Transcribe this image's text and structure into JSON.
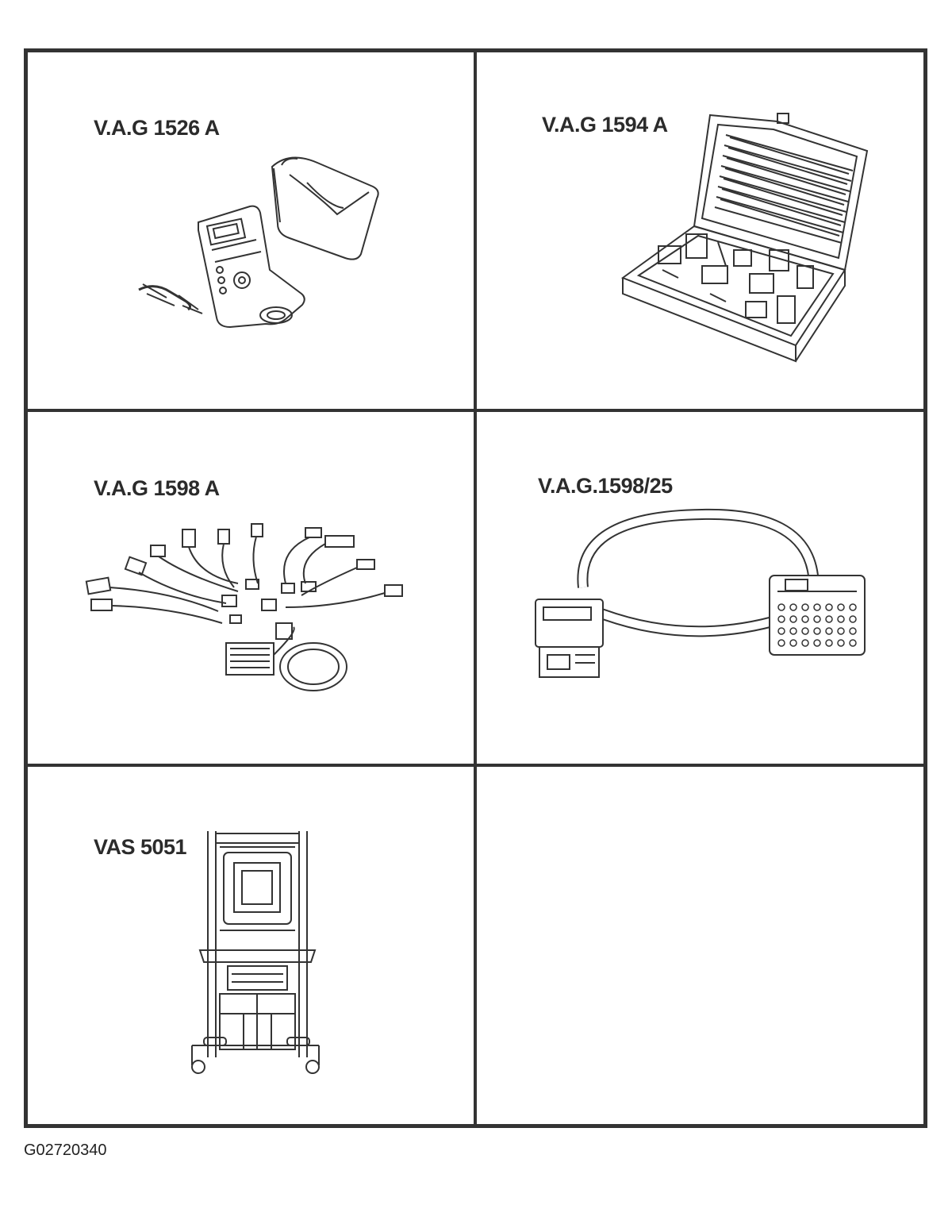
{
  "figure_code": "G02720340",
  "tools": [
    {
      "label": "V.A.G 1526 A",
      "illustration": "multimeter-with-case"
    },
    {
      "label": "V.A.G 1594 A",
      "illustration": "adapter-set-case"
    },
    {
      "label": "V.A.G 1598 A",
      "illustration": "adapter-cable-set"
    },
    {
      "label": "V.A.G.1598/25",
      "illustration": "adapter-cable"
    },
    {
      "label": "VAS 5051",
      "illustration": "diagnostic-cart"
    }
  ]
}
